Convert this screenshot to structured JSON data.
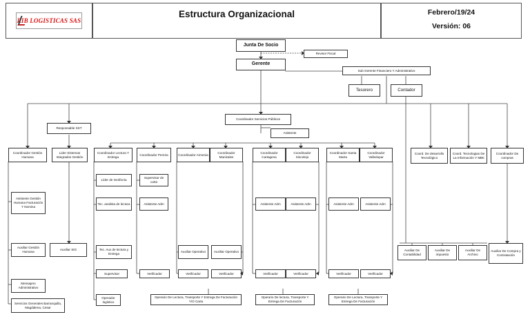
{
  "header": {
    "logo_text": "RIB LOGISTICAS SAS",
    "title": "Estructura Organizacional",
    "date": "Febrero/19/24",
    "version": "Versión: 06"
  },
  "nodes": {
    "junta": "Junta De Socio",
    "revisor": "Revisor Fiscal",
    "gerente": "Gerente",
    "subgerente": "Sub Gerente Financiero Y Administrativo",
    "tesorero": "Tesorero",
    "contador": "Contador",
    "responsable_sst": "Responsable SST",
    "coord_servicios": "Coordinador Servicios Públicos",
    "asistente": "Asistente",
    "coord_gestion_humana": "Coordinador Gestión Humana",
    "lider_sig": "Lider Sistemas Integrados Gestión",
    "coord_lectura": "Coordinador Lectura Y Entrega",
    "coord_pereira": "Coordinador Pereira",
    "coord_armenia": "Coordinador Armenia",
    "coord_manizales": "Coordinador Manizales",
    "coord_cartagena": "Coordinador Cartagena",
    "coord_sincelejo": "Coordinador Sincelejo",
    "coord_santa_marta": "Coordinador Santa Marta",
    "coord_valledupar": "Coordinador Valledupar",
    "coord_desarrollo": "Coord. De desarrollo Tecnológico",
    "coord_ti": "Coord. Tecnologias De La Información Y MBti",
    "coord_compras": "Coordinador De compras",
    "asistente_gh": "Asistente Gestión Humana Facturación Y Nomina",
    "lider_geofonia": "Líder de Geófonía",
    "supervisor_carta": "Supervisor de carta",
    "tec_analista": "Tec. analista de lectura",
    "asistente_adm_pereira": "Asistente Adm",
    "asistente_adm_cartagena": "Asistente Adm",
    "asistente_adm_sincelejo": "Asistente Adm",
    "asistente_adm_santa_marta": "Asistente Adm",
    "asistente_adm_valledupar": "Asistente Adm",
    "auxiliar_gh": "Auxiliar Gestión Humana",
    "auxiliar_sig": "Auxiliar SIG",
    "tec_aux": "Tec. Aux de lectura y Entrega",
    "aux_operativo_armenia": "Auxiliar Operativo",
    "aux_operativo_manizales": "Auxiliar Operativo",
    "aux_contabilidad": "Auxiliar De Contabilidad",
    "aux_impuesto": "Auxiliar De impuesto",
    "aux_archivo": "Auxiliar De Archivo",
    "aux_compras": "Auxiliar De Compra y Contratación",
    "supervisor": "Supervisor",
    "verificador_pereira": "Verificador",
    "verificador_armenia": "Verificador",
    "verificador_manizales": "Verificador",
    "verificador_cartagena": "Verificador",
    "verificador_sincelejo": "Verificador",
    "verificador_santa_marta": "Verificador",
    "verificador_valledupar": "Verificador",
    "mensajero": "Mensajero Administrativo",
    "servicios_generales": "Servicios Generales Barranquilla, Magdalena, Cesar",
    "operador_logistico": "Operador logístico",
    "operario_eje": "Operario De Lectura, Transporte Y Entrega De Facturación Y/O Carta",
    "operario_bolivar": "Operario De lectura, Transporte Y Entrega De Facturación",
    "operario_caribe": "Operario De Lectura, Transporte Y Entrega De Facturación"
  }
}
